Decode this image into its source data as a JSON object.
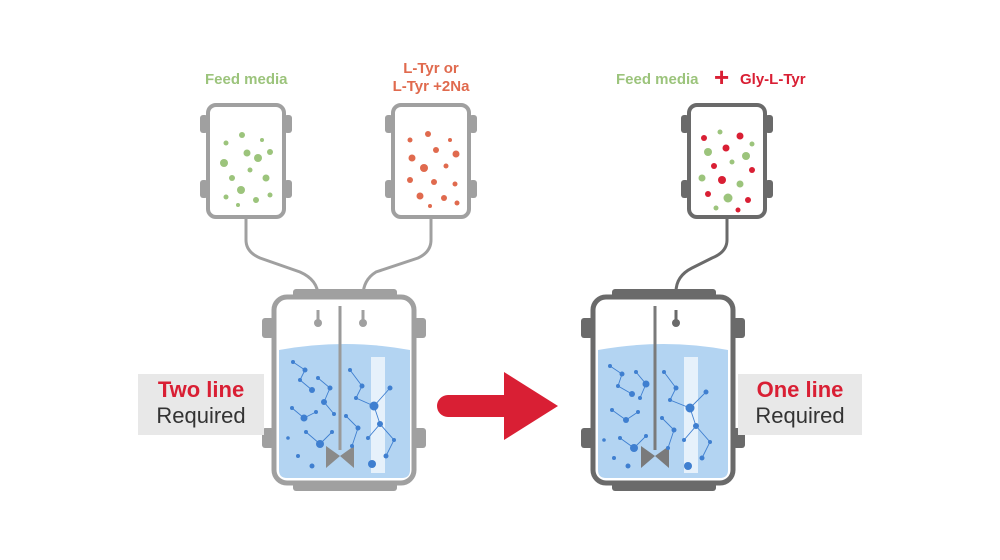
{
  "left": {
    "feed_label": "Feed media",
    "tyr_label_line1": "L-Tyr or",
    "tyr_label_line2": "L-Tyr +2Na",
    "callout_head": "Two line",
    "callout_sub": "Required"
  },
  "right": {
    "feed_label": "Feed media",
    "plus_symbol": "+",
    "gly_label": "Gly-L-Tyr",
    "callout_head": "One line",
    "callout_sub": "Required"
  },
  "colors": {
    "feed_green": "#9cc47c",
    "tyr_red": "#e06a4e",
    "gly_red": "#d91f34",
    "arrow_red": "#d91f34",
    "liquid_blue": "#b3d4f2",
    "molecule_blue": "#3f7fd0",
    "left_outline": "#a0a0a0",
    "right_outline": "#6a6a6a"
  }
}
